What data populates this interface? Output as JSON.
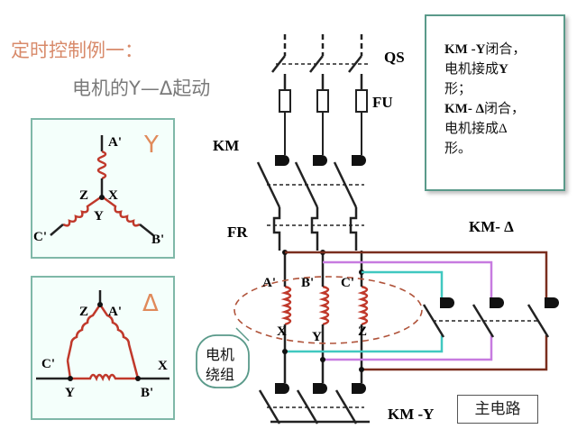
{
  "title": {
    "line1": "定时控制例一：",
    "line2": "电机的Y—Δ起动"
  },
  "star_panel": {
    "symbol": "Y",
    "labels": {
      "a_prime": "A'",
      "b_prime": "B'",
      "c_prime": "C'",
      "z": "Z",
      "x": "X",
      "y": "Y"
    }
  },
  "delta_panel": {
    "symbol": "Δ",
    "labels": {
      "z": "Z",
      "a_prime": "A'",
      "c_prime": "C'",
      "x": "X",
      "y": "Y",
      "b_prime": "B'"
    }
  },
  "circuit": {
    "qs": "QS",
    "fu": "FU",
    "km": "KM",
    "fr": "FR",
    "km_delta": "KM- Δ",
    "km_y": "KM -Y",
    "a_prime": "A'",
    "b_prime": "B'",
    "c_prime": "C'",
    "x": "X",
    "y": "Y",
    "z": "Z",
    "winding_line1": "电机",
    "winding_line2": "绕组",
    "main_circuit": "主电路"
  },
  "note": {
    "km_y": "KM -Y",
    "km_y_text_1": "闭合，",
    "line2_prefix": "电机接成",
    "line2_symbol": "Y",
    "line3": "形；",
    "km_delta": "KM- Δ",
    "km_delta_text_1": "闭合，",
    "line5_prefix": "电机接成",
    "line5_symbol": "Δ",
    "line6": "形。"
  },
  "colors": {
    "title": "#d88a6a",
    "subtitle": "#7a7a7a",
    "symbol": "#e08a5a",
    "coil": "#c0392b",
    "purple_wire": "#c77be0",
    "cyan_wire": "#40c8c0",
    "brown_wire": "#7a2e1e",
    "panel_border": "#7fb8a8"
  }
}
